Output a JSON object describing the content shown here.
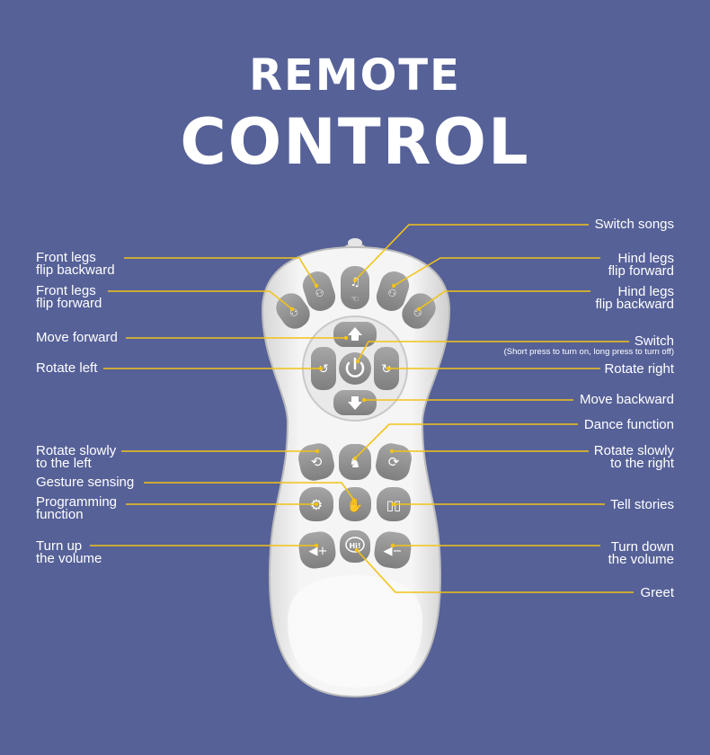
{
  "title": {
    "line1": "REMOTE",
    "line2": "CONTROL"
  },
  "colors": {
    "background": "#566198",
    "leader": "#f2c318",
    "remote_body": "#f1f1f1",
    "button": "#9a9a9a"
  },
  "labels": {
    "switch_songs": "Switch songs",
    "front_legs_flip_backward": [
      "Front legs",
      "flip backward"
    ],
    "hind_legs_flip_forward": [
      "Hind legs",
      "flip forward"
    ],
    "front_legs_flip_forward": [
      "Front legs",
      "flip forward"
    ],
    "hind_legs_flip_backward": [
      "Hind legs",
      "flip backward"
    ],
    "move_forward": "Move forward",
    "switch": "Switch",
    "switch_note": "(Short press to turn on, long press to turn off)",
    "rotate_left": "Rotate left",
    "rotate_right": "Rotate right",
    "move_backward": "Move backward",
    "dance_function": "Dance function",
    "rotate_slowly_left": [
      "Rotate slowly",
      "to the left"
    ],
    "rotate_slowly_right": [
      "Rotate slowly",
      "to the right"
    ],
    "gesture_sensing": "Gesture sensing",
    "programming_function": [
      "Programming",
      "function"
    ],
    "tell_stories": "Tell stories",
    "turn_up_volume": [
      "Turn up",
      "the volume"
    ],
    "turn_down_volume": [
      "Turn down",
      "the volume"
    ],
    "greet": "Greet"
  },
  "icons": {
    "greet_text": "Hi!"
  }
}
